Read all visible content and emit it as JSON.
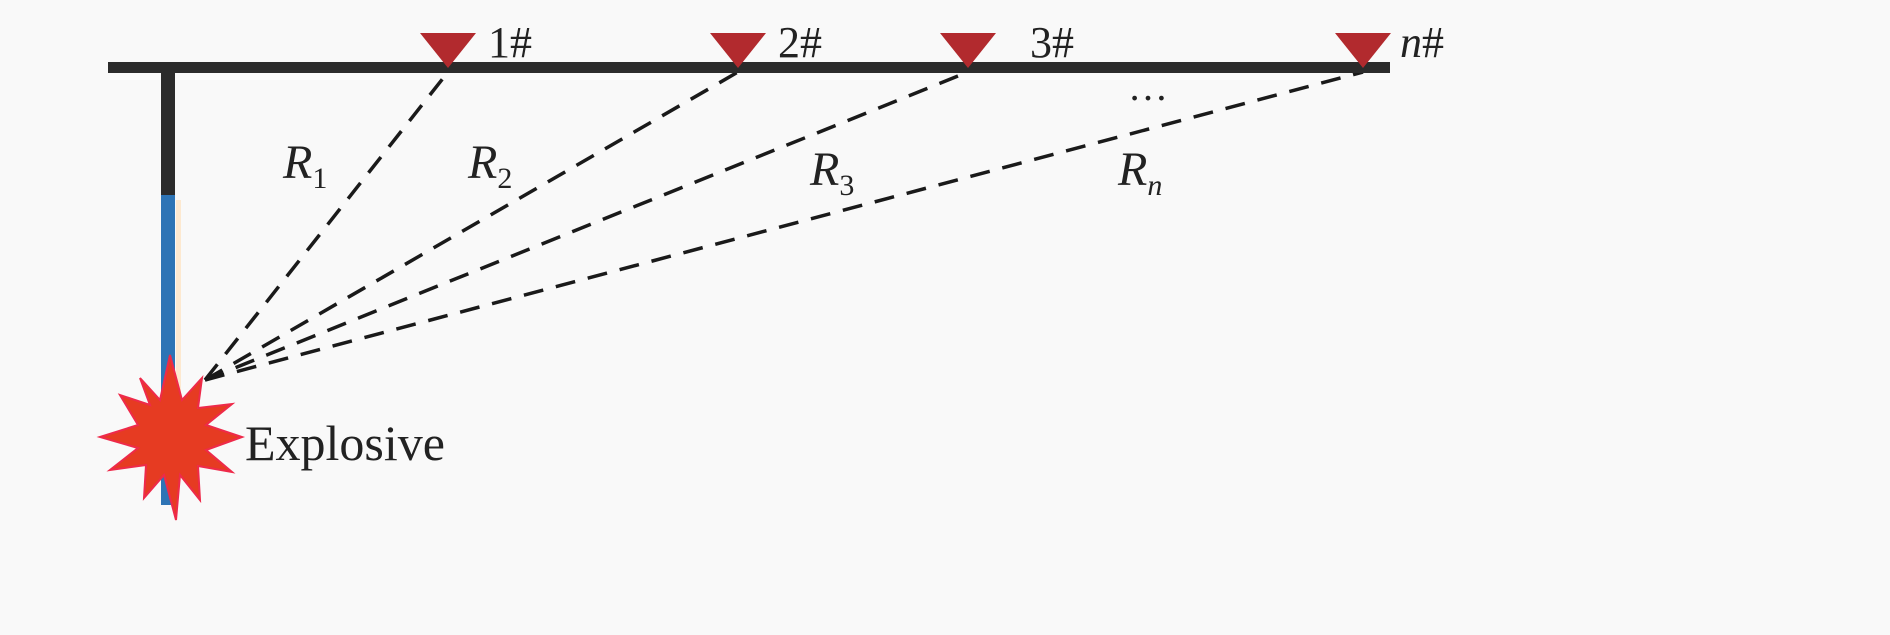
{
  "sensors": [
    {
      "label": "1#",
      "italic_prefix": ""
    },
    {
      "label": "2#",
      "italic_prefix": ""
    },
    {
      "label": "3#",
      "italic_prefix": ""
    },
    {
      "label": "#",
      "italic_prefix": "n"
    }
  ],
  "distances": [
    {
      "main": "R",
      "sub": "1"
    },
    {
      "main": "R",
      "sub": "2"
    },
    {
      "main": "R",
      "sub": "3"
    },
    {
      "main": "R",
      "sub": "n"
    }
  ],
  "ellipsis": "…",
  "explosive_label": "Explosive",
  "colors": {
    "beam": "#2b2b2b",
    "borehole": "#2e74b5",
    "sensor": "#b22a2e",
    "explosion": "#e63b22"
  }
}
